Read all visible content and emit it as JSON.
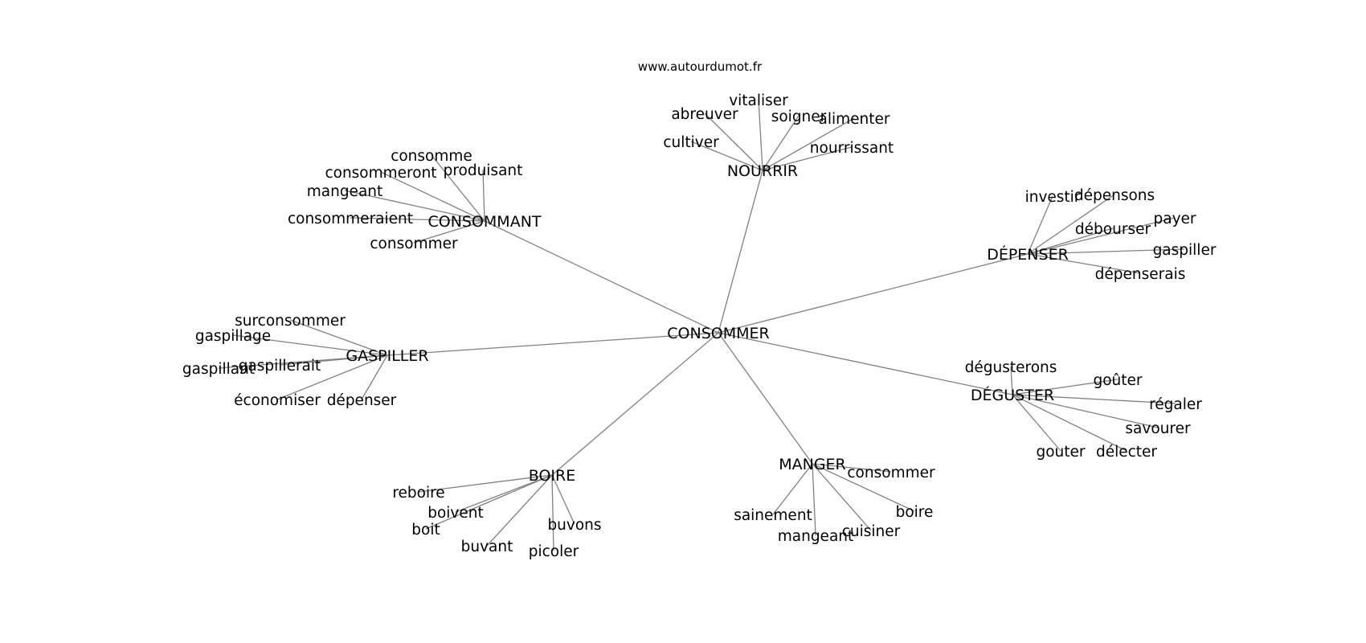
{
  "site": "www.autourdumot.fr",
  "root": "CONSOMMER",
  "clusters": [
    {
      "hub": "NOURRIR",
      "leaves": [
        "vitaliser",
        "abreuver",
        "soigner",
        "alimenter",
        "cultiver",
        "nourrissant"
      ]
    },
    {
      "hub": "CONSOMMANT",
      "leaves": [
        "consomme",
        "produisant",
        "consommeront",
        "mangeant",
        "consommeraient",
        "consommer"
      ]
    },
    {
      "hub": "DÉPENSER",
      "leaves": [
        "investir",
        "dépensons",
        "payer",
        "débourser",
        "gaspiller",
        "dépenserais"
      ]
    },
    {
      "hub": "GASPILLER",
      "leaves": [
        "surconsommer",
        "gaspillage",
        "gaspillant",
        "gaspillerait",
        "économiser",
        "dépenser"
      ]
    },
    {
      "hub": "DÉGUSTER",
      "leaves": [
        "dégusterons",
        "goûter",
        "régaler",
        "savourer",
        "gouter",
        "délecter"
      ]
    },
    {
      "hub": "BOIRE",
      "leaves": [
        "reboire",
        "boivent",
        "boit",
        "buvons",
        "buvant",
        "picoler"
      ]
    },
    {
      "hub": "MANGER",
      "leaves": [
        "consommer",
        "boire",
        "sainement",
        "cuisiner",
        "mangeant"
      ]
    }
  ]
}
